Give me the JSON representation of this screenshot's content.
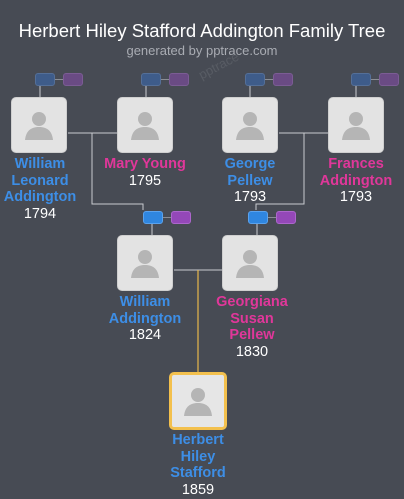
{
  "title": "Herbert Hiley Stafford Addington Family Tree",
  "subtitle": "generated by pptrace.com",
  "watermark": "pptrace",
  "colors": {
    "background": "#474b54",
    "male_name": "#3d8ee6",
    "female_name": "#e0379a",
    "root_highlight": "#f3c04d",
    "connector": "#c9cbd0",
    "root_connector": "#e8b84a"
  },
  "people": {
    "william_leonard": {
      "name": "William\nLeonard\nAddington",
      "year": "1794",
      "gender": "male",
      "icon": "person-placeholder-icon"
    },
    "mary_young": {
      "name": "Mary Young",
      "year": "1795",
      "gender": "female",
      "icon": "person-placeholder-icon"
    },
    "george_pellew": {
      "name": "George\nPellew",
      "year": "1793",
      "gender": "male",
      "icon": "person-placeholder-icon"
    },
    "frances_addington": {
      "name": "Frances\nAddington",
      "year": "1793",
      "gender": "female",
      "icon": "person-placeholder-icon"
    },
    "william_addington": {
      "name": "William\nAddington",
      "year": "1824",
      "gender": "male",
      "icon": "person-placeholder-icon"
    },
    "georgiana_pellew": {
      "name": "Georgiana\nSusan\nPellew",
      "year": "1830",
      "gender": "female",
      "icon": "person-placeholder-icon"
    },
    "herbert_hiley": {
      "name": "Herbert\nHiley\nStafford",
      "year": "1859",
      "gender": "male",
      "icon": "person-placeholder-icon"
    }
  }
}
